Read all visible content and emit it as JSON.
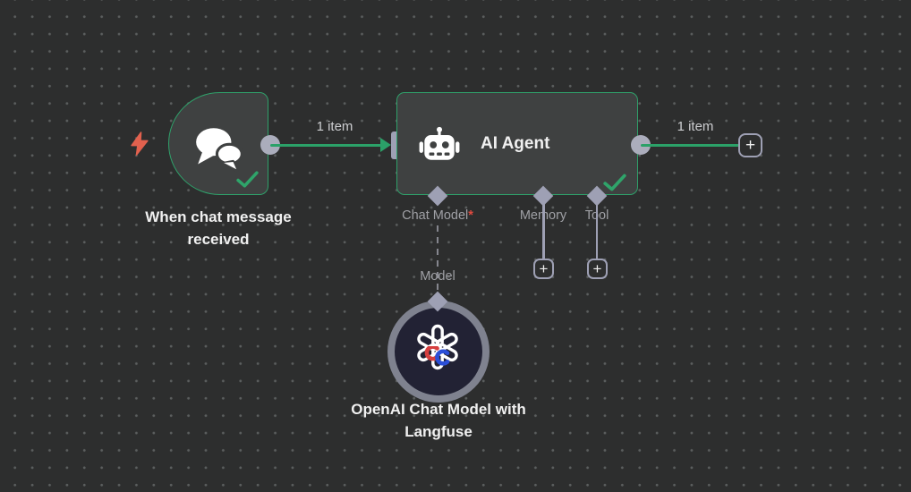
{
  "theme": {
    "canvas_bg": "#2d2e2e",
    "dot": "#5b5e5e",
    "node_bg": "#3f4141",
    "node_border": "#2fa06a",
    "green": "#2ba168",
    "port": "#9ea0b4",
    "port_light": "#abadbc",
    "text": "#f0f0f0",
    "muted": "#9fa0a5",
    "required": "#e04a3f",
    "bolt": "#e2614e",
    "model_bg": "#222234",
    "model_ring": "#7f828f",
    "red": "#d63f3f",
    "blue": "#2b4fd8"
  },
  "trigger": {
    "label": "When chat message received",
    "icon": "chat-bubbles",
    "kind_icon": "lightning-bolt",
    "status_icon": "green-check"
  },
  "agent": {
    "title": "AI Agent",
    "icon": "robot",
    "status_icon": "green-check",
    "sub_inputs": [
      {
        "label": "Chat Model",
        "required": "*"
      },
      {
        "label": "Memory"
      },
      {
        "label": "Tool"
      }
    ]
  },
  "model_node": {
    "port_label": "Model",
    "label": "OpenAI Chat Model with Langfuse",
    "icon": "openai-logo-with-langfuse-badge"
  },
  "connections": {
    "trigger_to_agent_count": "1 item",
    "agent_output_count": "1 item"
  },
  "buttons": {
    "add_memory": "+",
    "add_tool": "+",
    "add_next_node": "+"
  }
}
